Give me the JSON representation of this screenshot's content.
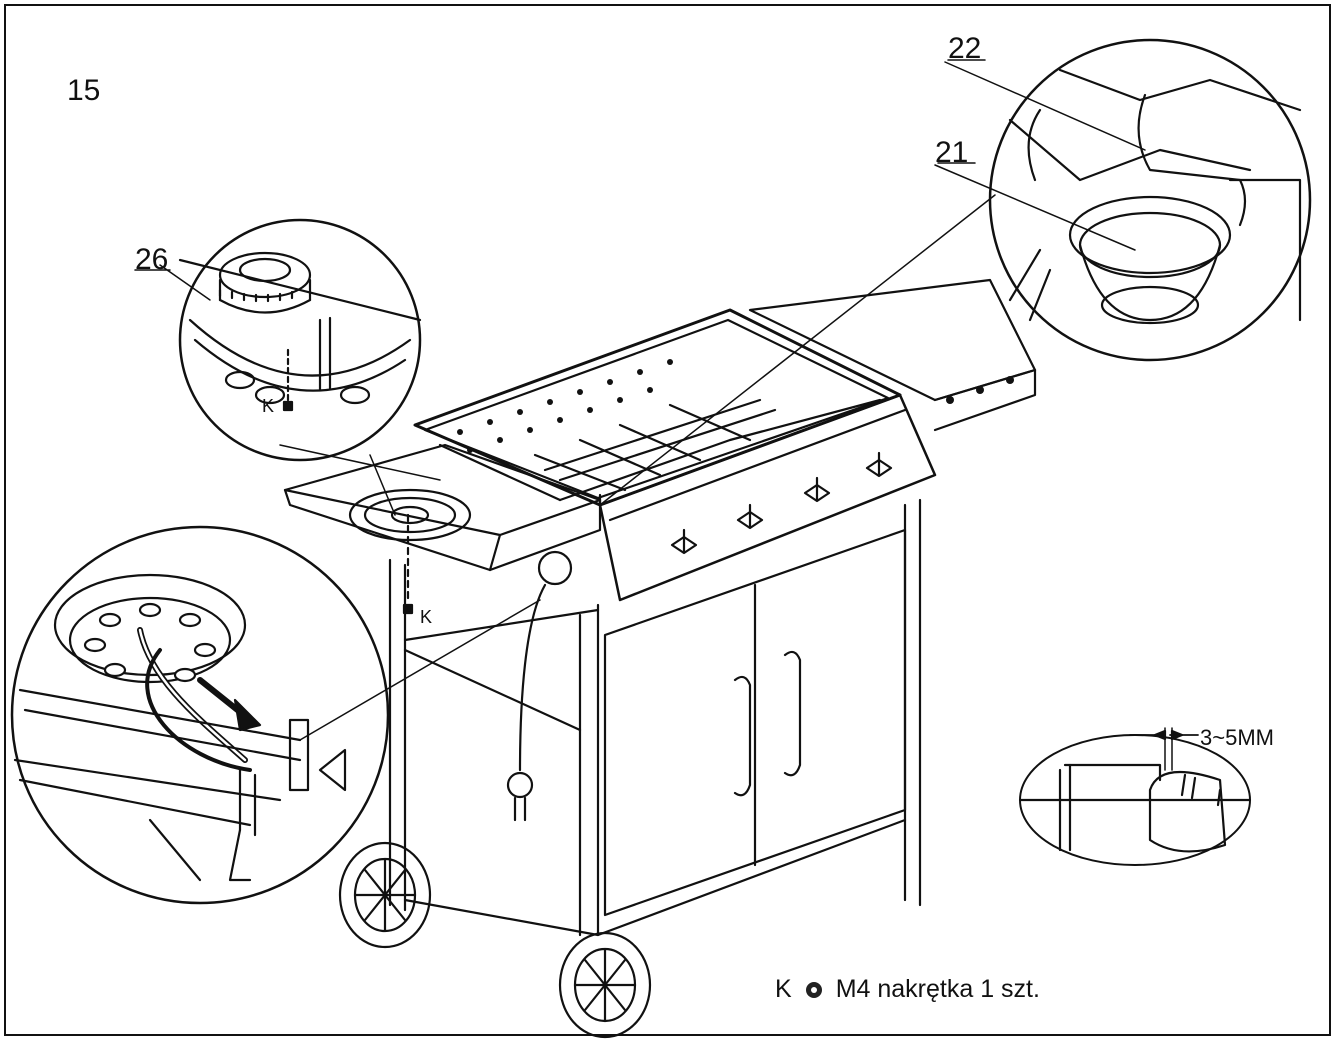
{
  "step_number": "15",
  "callouts": {
    "part_22": "22",
    "part_21": "21",
    "part_26": "26",
    "k_detail": "K",
    "k_main": "K"
  },
  "dimension": "3~5MM",
  "legend": {
    "key": "K",
    "icon": "nut-icon",
    "text": "M4 nakrętka 1 szt."
  },
  "colors": {
    "line": "#111111",
    "background": "#ffffff"
  }
}
